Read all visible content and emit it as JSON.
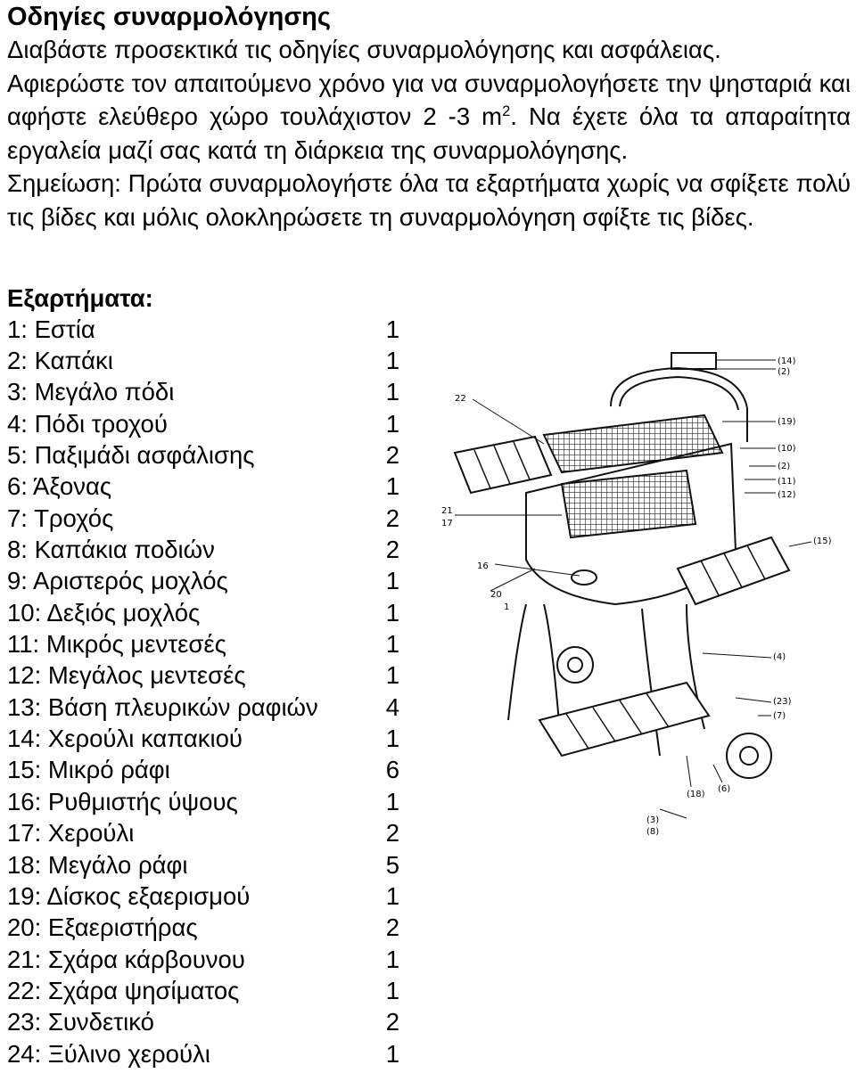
{
  "title": "Οδηγίες συναρμολόγησης",
  "intro": {
    "line1": "Διαβάστε προσεκτικά τις οδηγίες συναρμολόγησης και ασφάλειας.",
    "p2_before": "Αφιερώστε τον απαιτούμενο χρόνο για να συναρμολογήσετε την ψησταριά και αφήστε ελεύθερο χώρο τουλάχιστον 2 -3 m",
    "p2_sup": "2",
    "p2_after": ". Να έχετε όλα τα απαραίτητα εργαλεία μαζί σας κατά τη διάρκεια της συναρμολόγησης.",
    "note": "Σημείωση: Πρώτα συναρμολογήστε όλα τα εξαρτήματα χωρίς να σφίξετε πολύ τις βίδες και μόλις ολοκληρώσετε τη συναρμολόγηση σφίξτε τις βίδες."
  },
  "parts_heading": "Εξαρτήματα:",
  "parts": [
    {
      "label": "1: Εστία",
      "qty": "1"
    },
    {
      "label": "2: Καπάκι",
      "qty": "1"
    },
    {
      "label": "3: Μεγάλο πόδι",
      "qty": "1"
    },
    {
      "label": "4: Πόδι τροχού",
      "qty": "1"
    },
    {
      "label": "5: Παξιμάδι ασφάλισης",
      "qty": "2"
    },
    {
      "label": "6: Άξονας",
      "qty": "1"
    },
    {
      "label": "7: Τροχός",
      "qty": "2"
    },
    {
      "label": "8: Καπάκια ποδιών",
      "qty": "2"
    },
    {
      "label": "9: Αριστερός μοχλός",
      "qty": "1"
    },
    {
      "label": "10: Δεξιός μοχλός",
      "qty": "1"
    },
    {
      "label": "11: Μικρός μεντεσές",
      "qty": "1"
    },
    {
      "label": "12: Μεγάλος μεντεσές",
      "qty": "1"
    },
    {
      "label": "13: Βάση πλευρικών ραφιών",
      "qty": "4"
    },
    {
      "label": "14: Χερούλι καπακιού",
      "qty": "1"
    },
    {
      "label": "15: Μικρό ράφι",
      "qty": "6"
    },
    {
      "label": "16: Ρυθμιστής ύψους",
      "qty": "1"
    },
    {
      "label": "17: Χερούλι",
      "qty": "2"
    },
    {
      "label": "18: Μεγάλο ράφι",
      "qty": "5"
    },
    {
      "label": "19: Δίσκος εξαερισμού",
      "qty": "1"
    },
    {
      "label": "20: Εξαεριστήρας",
      "qty": "2"
    },
    {
      "label": "21: Σχάρα κάρβουνου",
      "qty": "1"
    },
    {
      "label": "22: Σχάρα ψησίματος",
      "qty": "1"
    },
    {
      "label": "23: Συνδετικό",
      "qty": "2"
    },
    {
      "label": "24: Ξύλινο χερούλι",
      "qty": "1"
    }
  ],
  "diagram": {
    "callouts": [
      "(14)",
      "(2)",
      "22",
      "(19)",
      "(10)",
      "(2)",
      "(11)",
      "(12)",
      "21",
      "17",
      "(15)",
      "16",
      "20",
      "1",
      "(4)",
      "(23)",
      "(7)",
      "(6)",
      "(18)",
      "(3)",
      "(8)"
    ]
  }
}
